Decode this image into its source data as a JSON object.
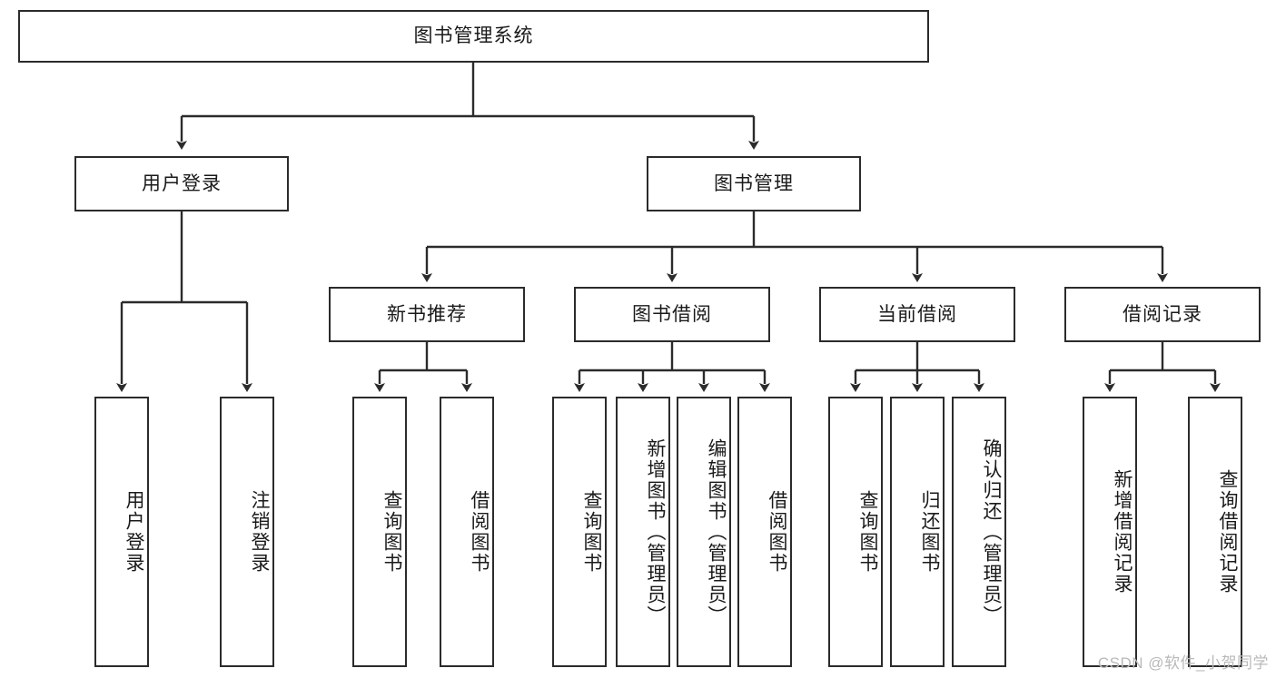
{
  "diagram": {
    "type": "tree",
    "title": "图书管理系统",
    "watermark": "CSDN @软件_小贺同学",
    "colors": {
      "node_border": "#2b2b2b",
      "node_fill": "#ffffff",
      "connector": "#2b2b2b",
      "text": "#1a1a1a",
      "watermark": "#b9b9b9",
      "background": "#ffffff"
    },
    "root": {
      "id": "root",
      "label": "图书管理系统",
      "orientation": "horizontal"
    },
    "level2": [
      {
        "id": "user-login",
        "label": "用户登录",
        "orientation": "horizontal"
      },
      {
        "id": "book-manage",
        "label": "图书管理",
        "orientation": "horizontal"
      }
    ],
    "level3": [
      {
        "id": "new-book-rec",
        "label": "新书推荐",
        "orientation": "horizontal",
        "parent": "book-manage"
      },
      {
        "id": "book-borrow",
        "label": "图书借阅",
        "orientation": "horizontal",
        "parent": "book-manage"
      },
      {
        "id": "current-borrow",
        "label": "当前借阅",
        "orientation": "horizontal",
        "parent": "book-manage"
      },
      {
        "id": "borrow-record",
        "label": "借阅记录",
        "orientation": "horizontal",
        "parent": "book-manage"
      }
    ],
    "leaves": [
      {
        "id": "leaf-user-login",
        "label": "用户登录",
        "orientation": "vertical",
        "parent": "user-login"
      },
      {
        "id": "leaf-logout",
        "label": "注销登录",
        "orientation": "vertical",
        "parent": "user-login"
      },
      {
        "id": "leaf-query-book-1",
        "label": "查询图书",
        "orientation": "vertical",
        "parent": "new-book-rec"
      },
      {
        "id": "leaf-borrow-book-1",
        "label": "借阅图书",
        "orientation": "vertical",
        "parent": "new-book-rec"
      },
      {
        "id": "leaf-query-book-2",
        "label": "查询图书",
        "orientation": "vertical",
        "parent": "book-borrow"
      },
      {
        "id": "leaf-add-book",
        "label": "新增图书（管理员）",
        "orientation": "vertical",
        "parent": "book-borrow"
      },
      {
        "id": "leaf-edit-book",
        "label": "编辑图书（管理员）",
        "orientation": "vertical",
        "parent": "book-borrow"
      },
      {
        "id": "leaf-borrow-book-2",
        "label": "借阅图书",
        "orientation": "vertical",
        "parent": "book-borrow"
      },
      {
        "id": "leaf-query-book-3",
        "label": "查询图书",
        "orientation": "vertical",
        "parent": "current-borrow"
      },
      {
        "id": "leaf-return-book",
        "label": "归还图书",
        "orientation": "vertical",
        "parent": "current-borrow"
      },
      {
        "id": "leaf-confirm-return",
        "label": "确认归还（管理员）",
        "orientation": "vertical",
        "parent": "current-borrow"
      },
      {
        "id": "leaf-add-record",
        "label": "新增借阅记录",
        "orientation": "vertical",
        "parent": "borrow-record"
      },
      {
        "id": "leaf-query-record",
        "label": "查询借阅记录",
        "orientation": "vertical",
        "parent": "borrow-record"
      }
    ]
  }
}
